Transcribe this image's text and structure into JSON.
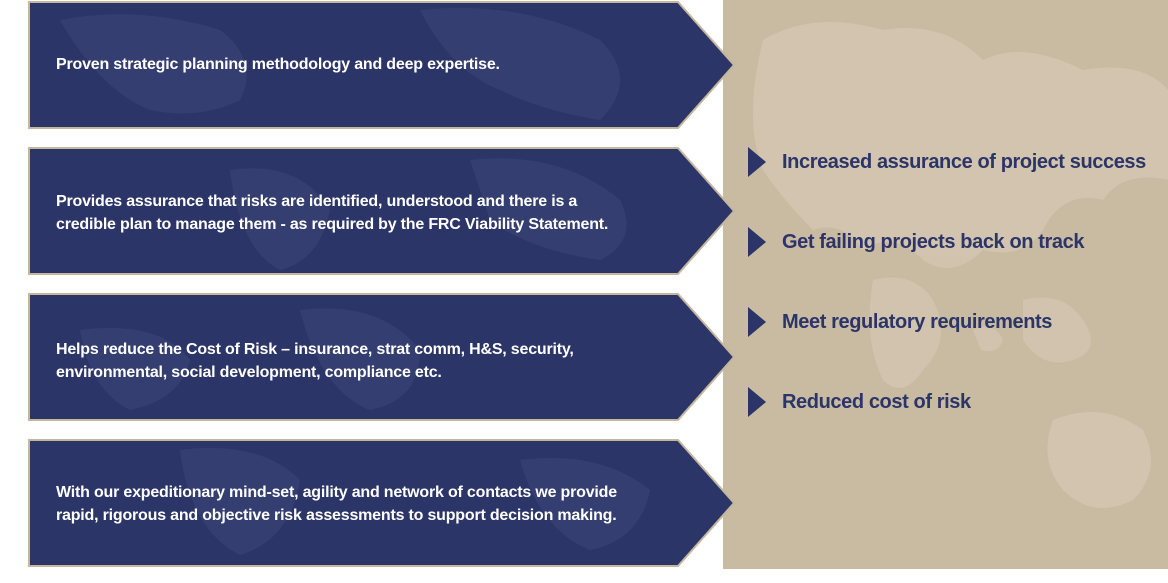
{
  "colors": {
    "chevron_fill": "#2c3567",
    "chevron_border": "#c5b79d",
    "panel_beige": "#c9baa2",
    "benefit_text": "#2c3567"
  },
  "capabilities": [
    {
      "text": "Proven strategic planning methodology and deep expertise."
    },
    {
      "text": "Provides assurance that risks are identified, understood and there is a credible plan to manage them - as required by the FRC Viability Statement."
    },
    {
      "text": "Helps reduce the Cost of Risk – insurance, strat comm, H&S, security, environmental, social development, compliance etc."
    },
    {
      "text": "With our expeditionary mind-set, agility and network of contacts we  provide rapid, rigorous and objective risk assessments to support decision making."
    }
  ],
  "benefits": [
    {
      "label": "Increased assurance of project success",
      "icon": "chevron-right-icon"
    },
    {
      "label": "Get failing projects back on track",
      "icon": "chevron-right-icon"
    },
    {
      "label": "Meet regulatory requirements",
      "icon": "chevron-right-icon"
    },
    {
      "label": "Reduced cost of risk",
      "icon": "chevron-right-icon"
    }
  ]
}
